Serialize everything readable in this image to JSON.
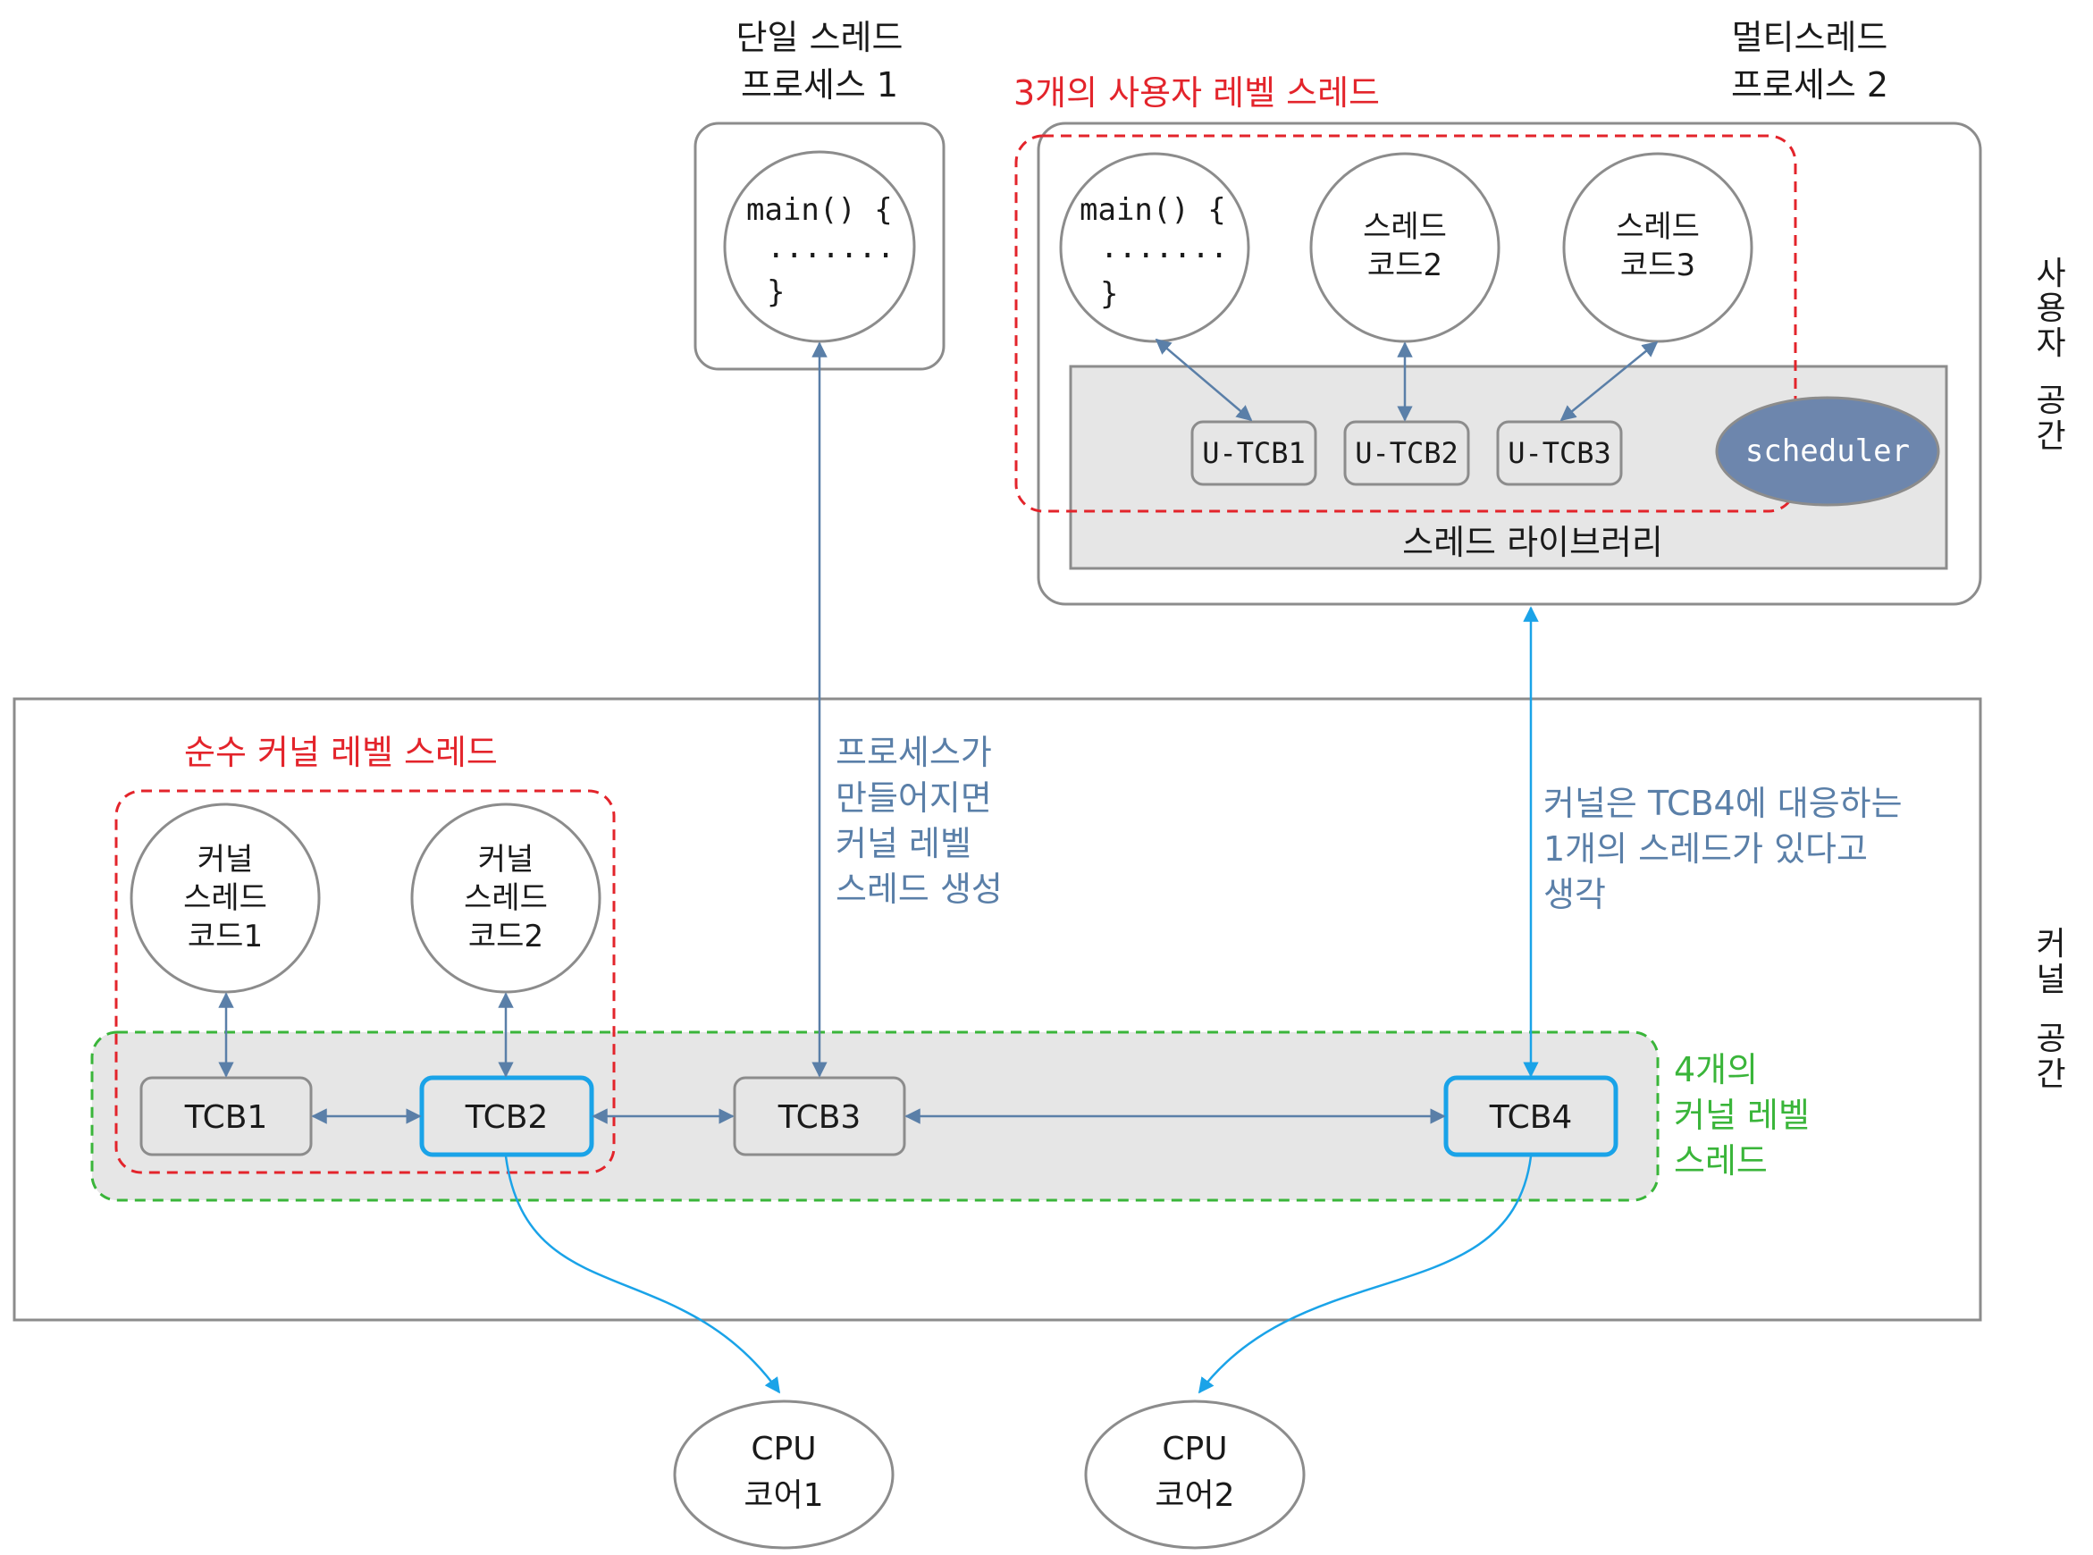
{
  "process1": {
    "title_line1": "단일 스레드",
    "title_line2": "프로세스 1",
    "code_line1": "main() {",
    "code_line2": ".......",
    "code_line3": "}"
  },
  "process2": {
    "title_line1": "멀티스레드",
    "title_line2": "프로세스 2",
    "user_threads_label": "3개의 사용자 레벨 스레드",
    "main_line1": "main() {",
    "main_line2": ".......",
    "main_line3": "}",
    "thread2_line1": "스레드",
    "thread2_line2": "코드2",
    "thread3_line1": "스레드",
    "thread3_line2": "코드3",
    "utcb1": "U-TCB1",
    "utcb2": "U-TCB2",
    "utcb3": "U-TCB3",
    "scheduler": "scheduler",
    "library": "스레드 라이브러리"
  },
  "space_labels": {
    "user": [
      "사",
      "용",
      "자",
      "공",
      "간"
    ],
    "kernel": [
      "커",
      "널",
      "공",
      "간"
    ]
  },
  "kernel": {
    "pure_threads_label": "순수 커널 레벨 스레드",
    "kthread1": [
      "커널",
      "스레드",
      "코드1"
    ],
    "kthread2": [
      "커널",
      "스레드",
      "코드2"
    ],
    "tcb1": "TCB1",
    "tcb2": "TCB2",
    "tcb3": "TCB3",
    "tcb4": "TCB4",
    "note_process_line1": "프로세스가",
    "note_process_line2": "만들어지면",
    "note_process_line3": "커널 레벨",
    "note_process_line4": "스레드 생성",
    "note_kernel_line1": "커널은 TCB4에 대응하는",
    "note_kernel_line2": "1개의 스레드가 있다고",
    "note_kernel_line3": "생각",
    "green_label_line1": "4개의",
    "green_label_line2": "커널 레벨",
    "green_label_line3": "스레드"
  },
  "cpus": {
    "cpu1": [
      "CPU",
      "코어1"
    ],
    "cpu2": [
      "CPU",
      "코어2"
    ]
  },
  "colors": {
    "red": "#e3242b",
    "blue_text": "#5a7fa8",
    "green": "#3ab53a",
    "cyan": "#1aa3e8",
    "arrow_gray_blue": "#5a7fa8",
    "scheduler_fill": "#6d86ad",
    "box_fill": "#e6e6e6"
  }
}
